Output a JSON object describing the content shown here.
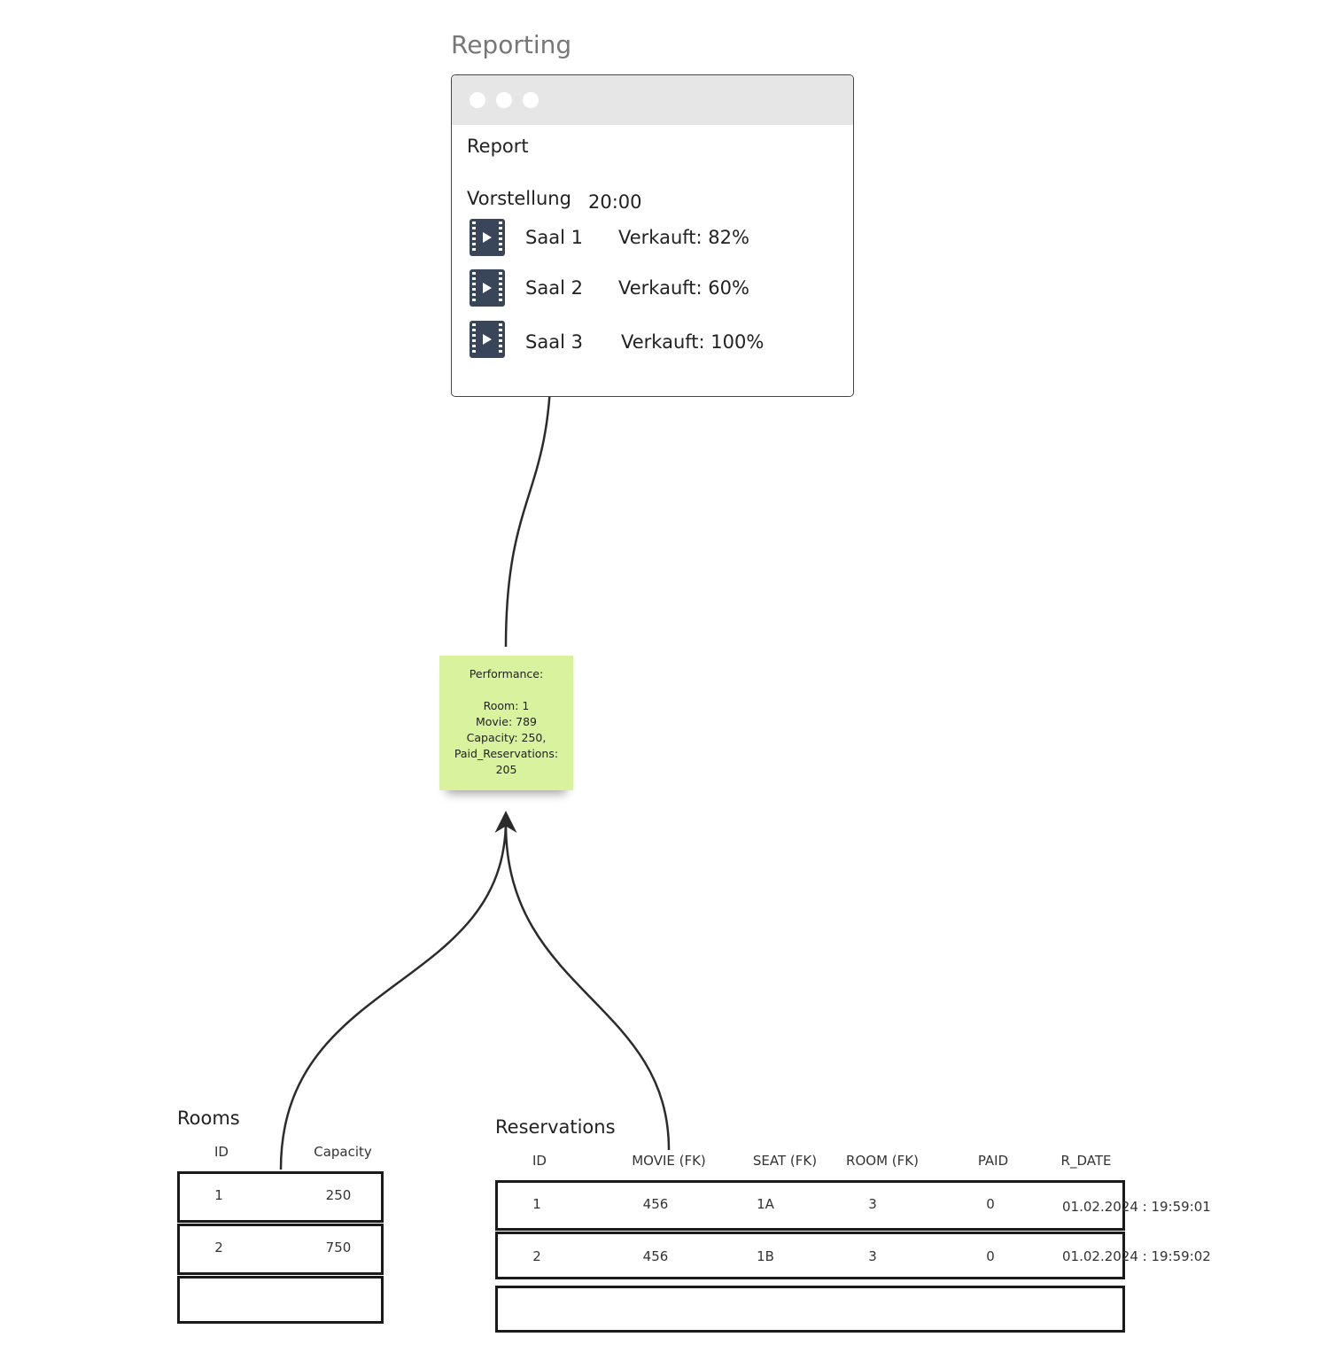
{
  "reporting": {
    "section_title": "Reporting",
    "window": {
      "heading": "Report",
      "performance_label": "Vorstellung",
      "performance_time": "20:00",
      "rows": [
        {
          "room": "Saal 1",
          "sold": "Verkauft: 82%",
          "icon": "film-play-icon"
        },
        {
          "room": "Saal 2",
          "sold": "Verkauft: 60%",
          "icon": "film-play-icon"
        },
        {
          "room": "Saal 3",
          "sold": "Verkauft: 100%",
          "icon": "film-play-icon"
        }
      ]
    }
  },
  "sticky_note": {
    "lines": [
      "Performance:",
      "",
      "Room: 1",
      "Movie: 789",
      "Capacity: 250,",
      "Paid_Reservations:",
      "205"
    ],
    "color": "#d9f29e"
  },
  "rooms": {
    "title": "Rooms",
    "columns": [
      "ID",
      "Capacity"
    ],
    "rows": [
      [
        "1",
        "250"
      ],
      [
        "2",
        "750"
      ],
      [
        "",
        ""
      ]
    ]
  },
  "reservations": {
    "title": "Reservations",
    "columns": [
      "ID",
      "MOVIE (FK)",
      "SEAT (FK)",
      "ROOM (FK)",
      "PAID",
      "R_DATE"
    ],
    "rows": [
      [
        "1",
        "456",
        "1A",
        "3",
        "0",
        "01.02.2024 : 19:59:01"
      ],
      [
        "2",
        "456",
        "1B",
        "3",
        "0",
        "01.02.2024 : 19:59:02"
      ],
      [
        "",
        "",
        "",
        "",
        "",
        ""
      ]
    ]
  }
}
